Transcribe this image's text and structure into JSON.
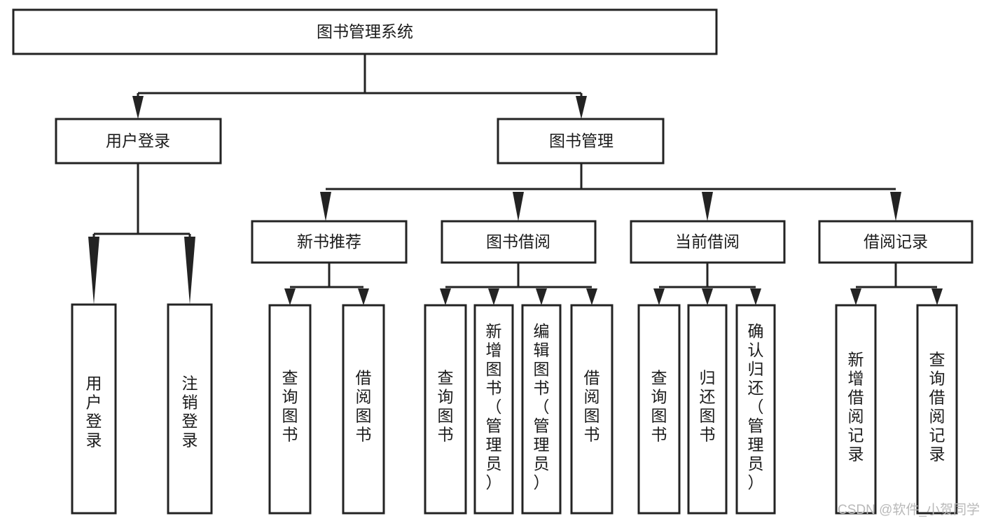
{
  "diagram": {
    "title": "图书管理系统",
    "type": "hierarchy-tree",
    "root": {
      "id": "root",
      "label": "图书管理系统",
      "orientation": "horizontal"
    },
    "level2": [
      {
        "id": "user-login",
        "label": "用户登录",
        "orientation": "horizontal"
      },
      {
        "id": "book-manage",
        "label": "图书管理",
        "orientation": "horizontal"
      }
    ],
    "level3": [
      {
        "id": "new-book-recommend",
        "label": "新书推荐",
        "orientation": "horizontal",
        "parent": "book-manage"
      },
      {
        "id": "book-borrow",
        "label": "图书借阅",
        "orientation": "horizontal",
        "parent": "book-manage"
      },
      {
        "id": "current-borrow",
        "label": "当前借阅",
        "orientation": "horizontal",
        "parent": "book-manage"
      },
      {
        "id": "borrow-record",
        "label": "借阅记录",
        "orientation": "horizontal",
        "parent": "book-manage"
      }
    ],
    "leaves": [
      {
        "id": "leaf-user-login",
        "label": "用户登录",
        "orientation": "vertical",
        "parent": "user-login"
      },
      {
        "id": "leaf-user-logout",
        "label": "注销登录",
        "orientation": "vertical",
        "parent": "user-login"
      },
      {
        "id": "leaf-query-book-1",
        "label": "查询图书",
        "orientation": "vertical",
        "parent": "new-book-recommend"
      },
      {
        "id": "leaf-borrow-book-1",
        "label": "借阅图书",
        "orientation": "vertical",
        "parent": "new-book-recommend"
      },
      {
        "id": "leaf-query-book-2",
        "label": "查询图书",
        "orientation": "vertical",
        "parent": "book-borrow"
      },
      {
        "id": "leaf-add-book",
        "label": "新增图书（管理员）",
        "orientation": "vertical",
        "parent": "book-borrow"
      },
      {
        "id": "leaf-edit-book",
        "label": "编辑图书（管理员）",
        "orientation": "vertical",
        "parent": "book-borrow"
      },
      {
        "id": "leaf-borrow-book-2",
        "label": "借阅图书",
        "orientation": "vertical",
        "parent": "book-borrow"
      },
      {
        "id": "leaf-query-book-3",
        "label": "查询图书",
        "orientation": "vertical",
        "parent": "current-borrow"
      },
      {
        "id": "leaf-return-book",
        "label": "归还图书",
        "orientation": "vertical",
        "parent": "current-borrow"
      },
      {
        "id": "leaf-confirm-return",
        "label": "确认归还（管理员）",
        "orientation": "vertical",
        "parent": "current-borrow"
      },
      {
        "id": "leaf-add-record",
        "label": "新增借阅记录",
        "orientation": "vertical",
        "parent": "borrow-record"
      },
      {
        "id": "leaf-query-record",
        "label": "查询借阅记录",
        "orientation": "vertical",
        "parent": "borrow-record"
      }
    ],
    "colors": {
      "background": "#ffffff",
      "stroke": "#232323",
      "text": "#1b1b1b",
      "fill": "#ffffff",
      "watermark": "#b9b9b9"
    }
  },
  "watermark": {
    "text": "CSDN @软件_小贺同学"
  }
}
